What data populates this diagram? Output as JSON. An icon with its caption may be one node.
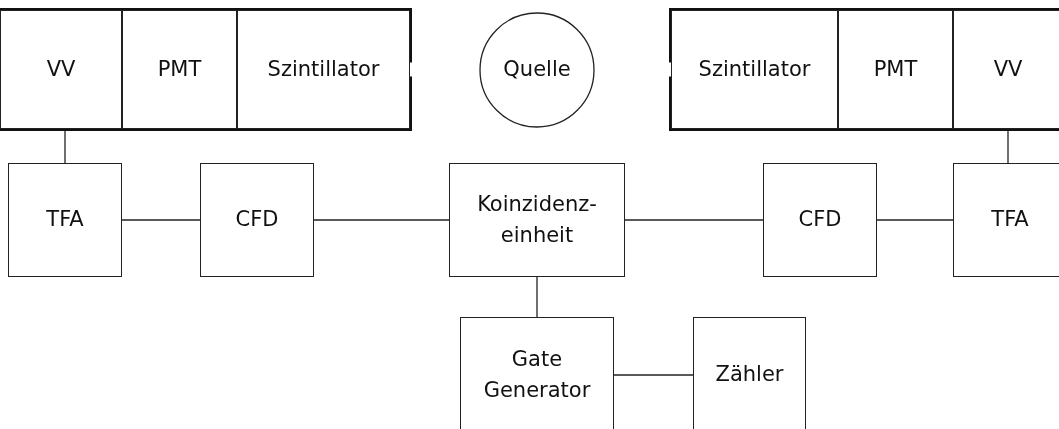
{
  "diagram": {
    "nodes": [
      {
        "text": [],
        "shape": "box"
      },
      {
        "text": [
          "VV"
        ],
        "in": 0
      },
      {
        "text": [
          "PMT"
        ],
        "in": 0
      },
      {
        "text": [
          "Szintillator"
        ],
        "in": 0
      },
      {
        "text": [
          "Quelle"
        ]
      },
      {
        "text": [],
        "shape": "box"
      },
      {
        "text": [
          "Szintillator"
        ],
        "in": 5
      },
      {
        "text": [
          "PMT"
        ],
        "in": 5
      },
      {
        "text": [
          "VV"
        ],
        "in": 5
      },
      {
        "text": [
          "TFA"
        ]
      },
      {
        "text": [
          "CFD"
        ]
      },
      {
        "text": [
          "Koinzidenz-einheit"
        ]
      },
      {
        "text": [
          "CFD"
        ]
      },
      {
        "text": [
          "TFA"
        ]
      },
      {
        "text": [
          "Gate Generator"
        ]
      },
      {
        "text": [
          "Zähler"
        ]
      }
    ],
    "edges": [
      {
        "from": 1,
        "to": 9,
        "arrow": "none"
      },
      {
        "from": 9,
        "to": 10,
        "arrow": "none"
      },
      {
        "from": 10,
        "to": 11,
        "arrow": "none"
      },
      {
        "from": 11,
        "to": 12,
        "arrow": "none"
      },
      {
        "from": 12,
        "to": 13,
        "arrow": "none"
      },
      {
        "from": 8,
        "to": 13,
        "arrow": "none"
      },
      {
        "from": 11,
        "to": 14,
        "arrow": "none"
      },
      {
        "from": 14,
        "to": 15,
        "arrow": "none"
      }
    ]
  }
}
